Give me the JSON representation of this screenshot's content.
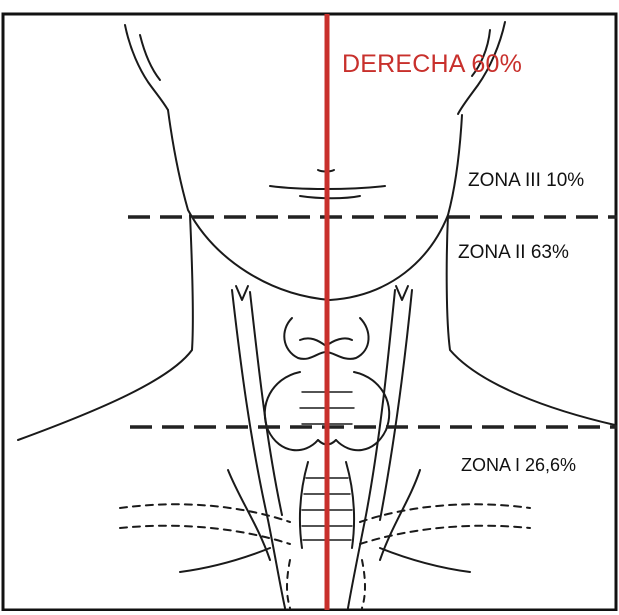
{
  "labels": {
    "side": "DERECHA 60%",
    "zone3": "ZONA III 10%",
    "zone2": "ZONA II 63%",
    "zone1": "ZONA I 26,6%"
  },
  "colors": {
    "midline": "#c8302c",
    "ink": "#1a1a1a",
    "zone_line": "#222222",
    "frame": "#111111"
  }
}
